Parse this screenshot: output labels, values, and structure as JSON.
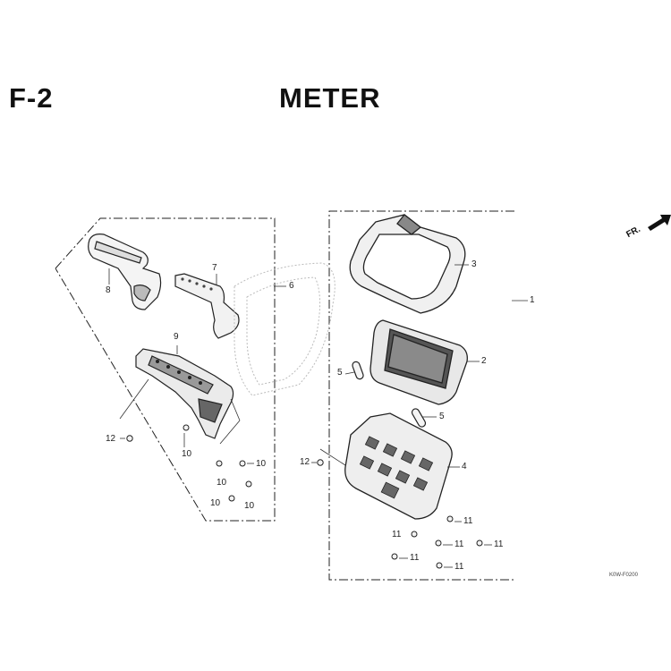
{
  "header": {
    "section_code": "F-2",
    "section_title": "METER"
  },
  "direction_mark": {
    "label": "FR."
  },
  "part_callouts": [
    {
      "id": "c1",
      "label": "1"
    },
    {
      "id": "c2",
      "label": "2"
    },
    {
      "id": "c3",
      "label": "3"
    },
    {
      "id": "c4",
      "label": "4"
    },
    {
      "id": "c5a",
      "label": "5"
    },
    {
      "id": "c5b",
      "label": "5"
    },
    {
      "id": "c6",
      "label": "6"
    },
    {
      "id": "c7",
      "label": "7"
    },
    {
      "id": "c8",
      "label": "8"
    },
    {
      "id": "c9",
      "label": "9"
    },
    {
      "id": "c10a",
      "label": "10"
    },
    {
      "id": "c10b",
      "label": "10"
    },
    {
      "id": "c10c",
      "label": "10"
    },
    {
      "id": "c10d",
      "label": "10"
    },
    {
      "id": "c10e",
      "label": "10"
    },
    {
      "id": "c11a",
      "label": "11"
    },
    {
      "id": "c11b",
      "label": "11"
    },
    {
      "id": "c11c",
      "label": "11"
    },
    {
      "id": "c11d",
      "label": "11"
    },
    {
      "id": "c11e",
      "label": "11"
    },
    {
      "id": "c11f",
      "label": "11"
    },
    {
      "id": "c12a",
      "label": "12"
    },
    {
      "id": "c12b",
      "label": "12"
    }
  ],
  "drawing_ref": "K0W-F0200"
}
